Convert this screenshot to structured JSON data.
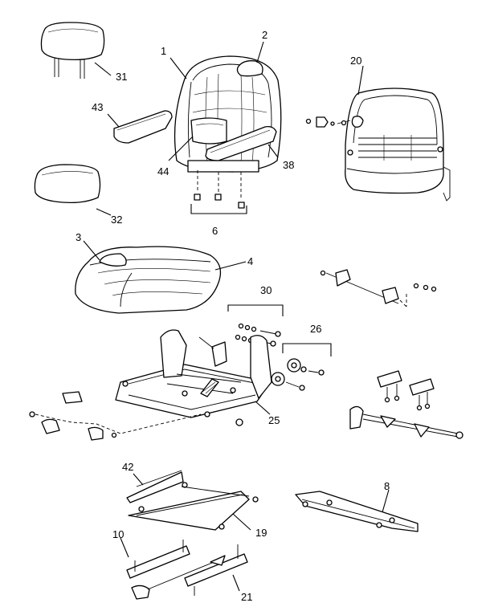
{
  "callouts": {
    "c1": "1",
    "c2": "2",
    "c3": "3",
    "c4": "4",
    "c6": "6",
    "c8": "8",
    "c10": "10",
    "c19": "19",
    "c20": "20",
    "c21": "21",
    "c25": "25",
    "c26": "26",
    "c30": "30",
    "c31": "31",
    "c32": "32",
    "c38": "38",
    "c42": "42",
    "c43": "43",
    "c44": "44"
  }
}
